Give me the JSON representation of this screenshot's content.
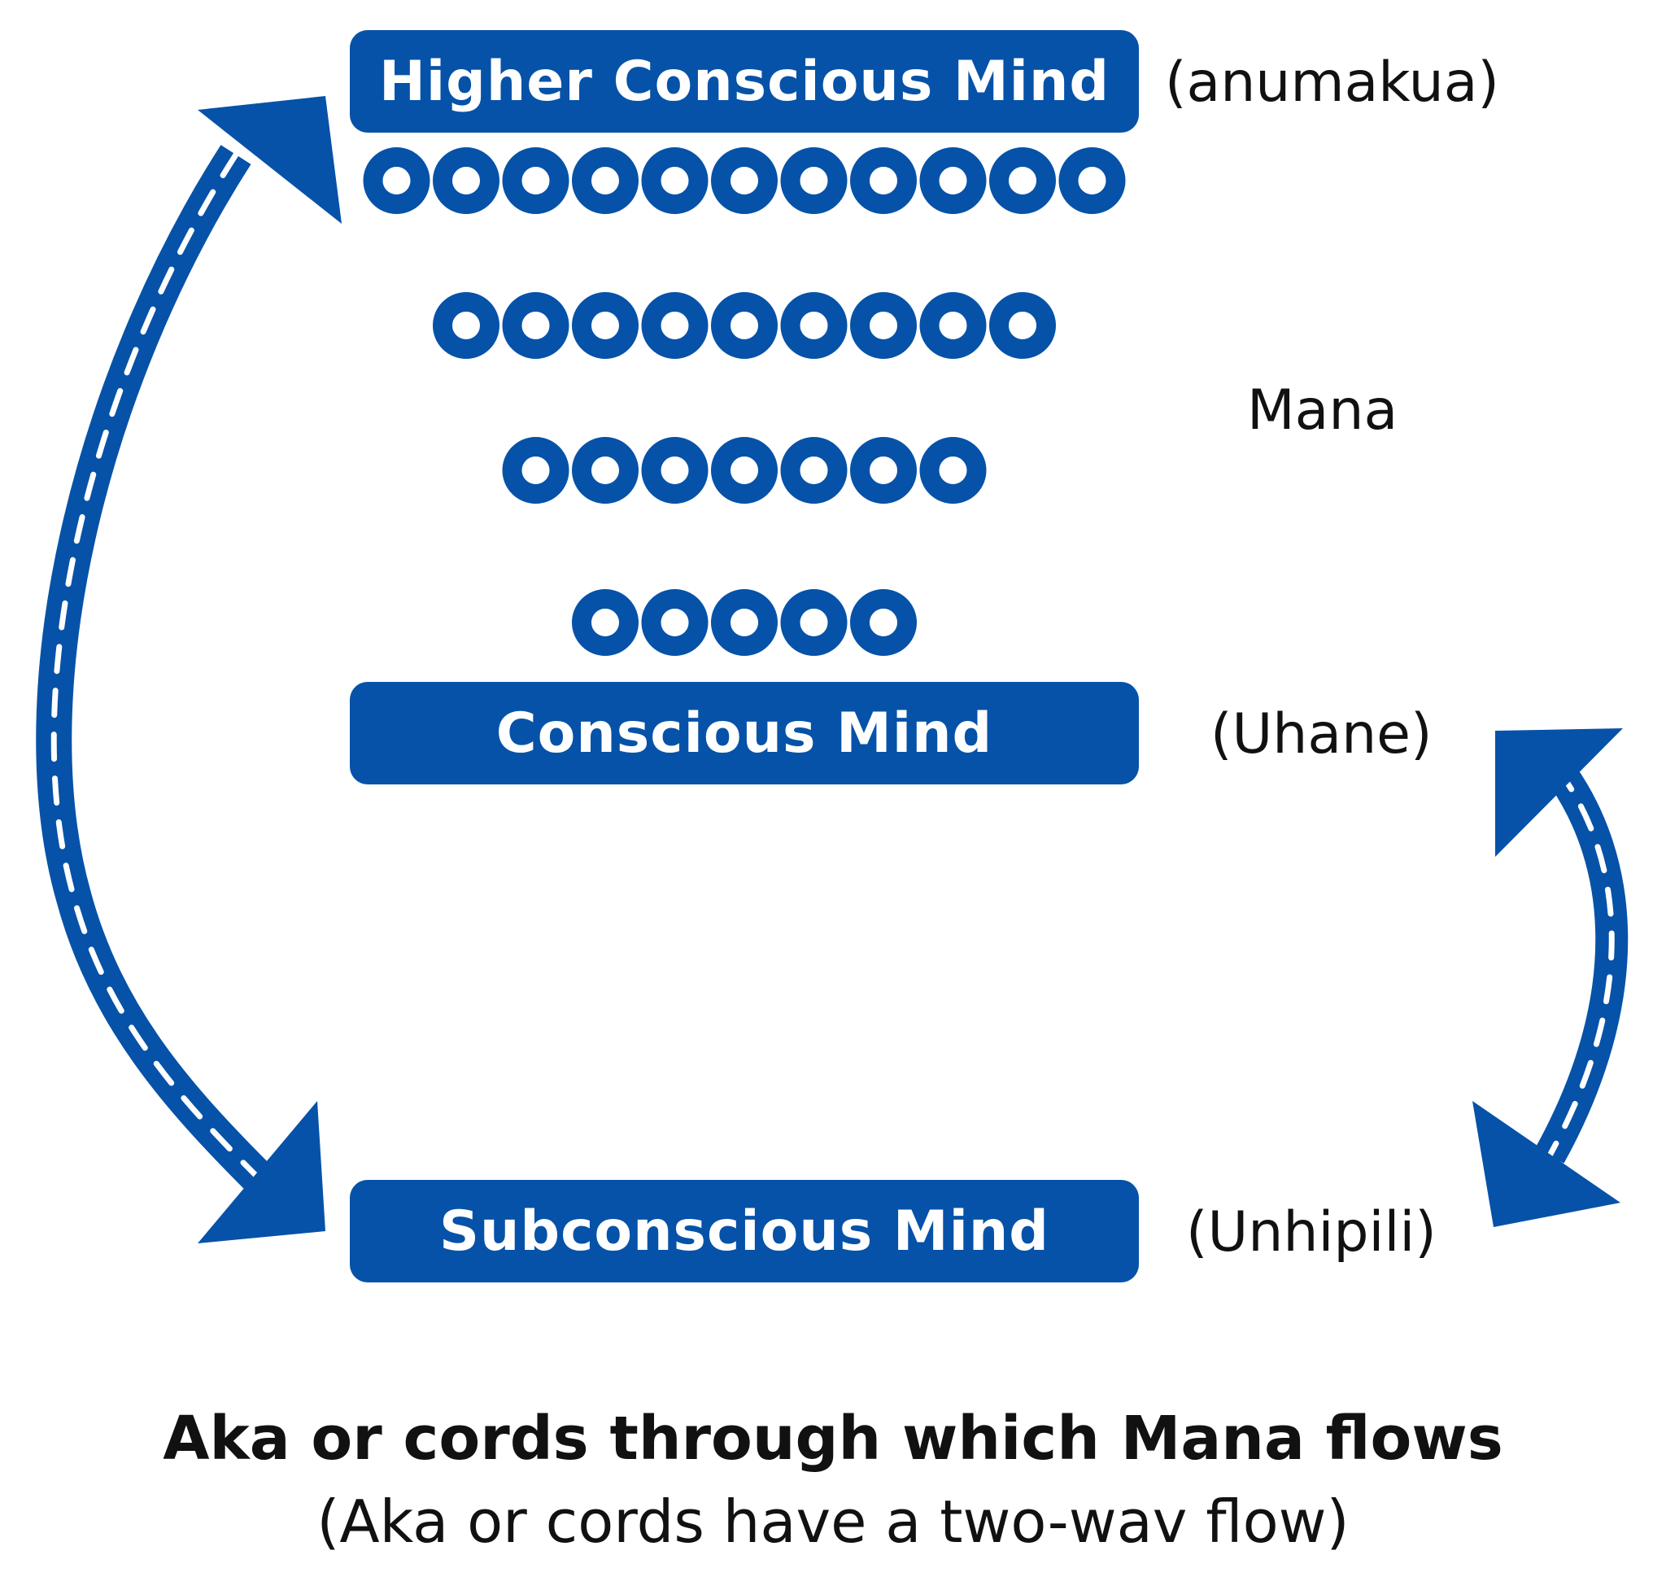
{
  "colors": {
    "primary": "#0652a8",
    "text": "#111111",
    "background": "#ffffff"
  },
  "boxes": {
    "higher": "Higher Conscious Mind",
    "conscious": "Conscious Mind",
    "subconscious": "Subconscious Mind"
  },
  "side_labels": {
    "higher": "(anumakua)",
    "mana": "Mana",
    "conscious": "(Uhane)",
    "subconscious": "(Unhipili)"
  },
  "mana_rows": [
    11,
    9,
    7,
    5
  ],
  "arrows": {
    "left": "double-arrow-icon",
    "right": "double-arrow-icon"
  },
  "caption": {
    "title": "Aka or cords through which Mana flows",
    "subtitle": "(Aka or cords have a two-wav flow)"
  }
}
